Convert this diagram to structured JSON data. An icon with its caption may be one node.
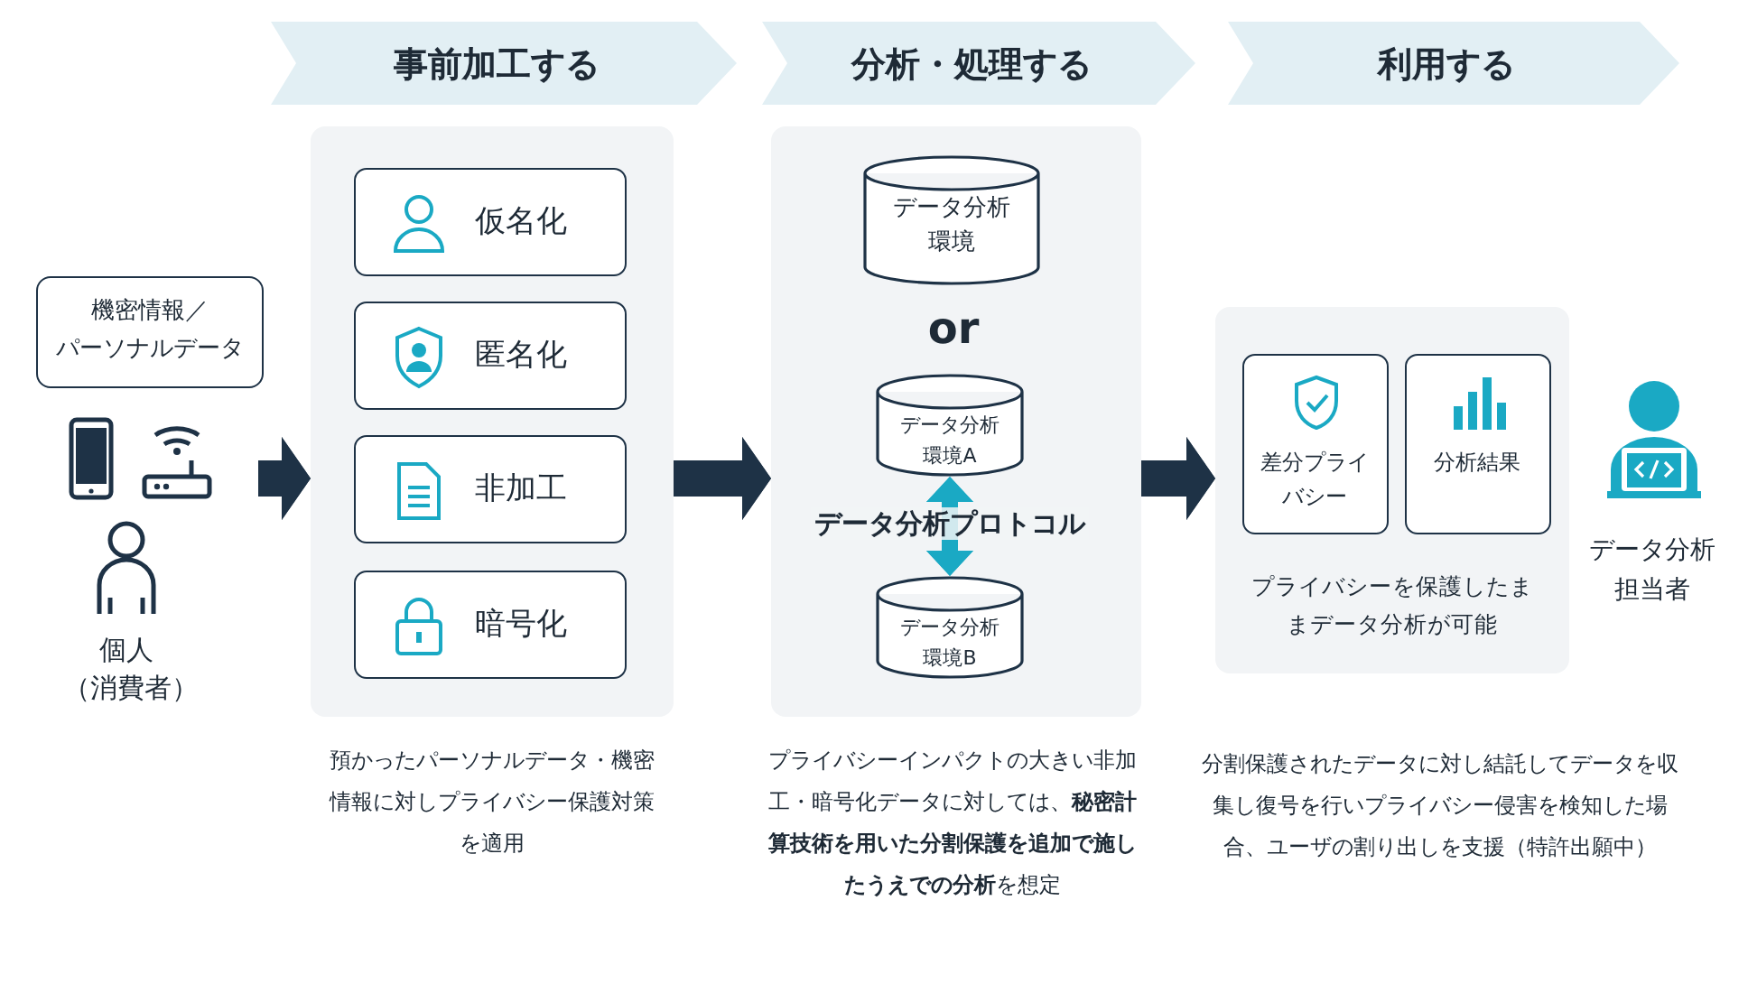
{
  "diagram": {
    "nodes": [
      {
        "text": [
          "事前加工する"
        ]
      },
      {
        "text": [
          "分析・処理する"
        ]
      },
      {
        "text": [
          "利用する"
        ]
      },
      {
        "text": [
          "機密情報／パーソナルデータ"
        ]
      },
      {
        "text": [
          "個人（消費者）"
        ]
      },
      {
        "text": [],
        "shape": "box",
        "beside": [
          "預かったパーソナルデータ・機密情報に対しプライバシー保護対策を適用"
        ]
      },
      {
        "text": [
          "仮名化"
        ],
        "in": 5
      },
      {
        "text": [
          "匿名化"
        ],
        "in": 5
      },
      {
        "text": [
          "非加工"
        ],
        "in": 5
      },
      {
        "text": [
          "暗号化"
        ],
        "in": 5
      },
      {
        "text": [],
        "shape": "box",
        "beside": [
          "プライバシーインパクトの大きい非加工・暗号化データに対しては、**秘密計算技術を用いた分割保護を追加で施したうえでの分析**を想定"
        ]
      },
      {
        "text": [
          "データ分析環境"
        ],
        "in": 10
      },
      {
        "text": [
          "データ分析環境A"
        ],
        "in": 10
      },
      {
        "text": [
          "データ分析環境B"
        ],
        "in": 10
      },
      {
        "text": [
          "プライバシーを保護したままデータ分析が可能"
        ],
        "beside": [
          "分割保護されたデータに対し結託してデータを収集し復号を行いプライバシー侵害を検知した場合、ユーザの割り出しを支援（特許出願中）"
        ]
      },
      {
        "text": [
          "差分プライバシー"
        ],
        "in": 14
      },
      {
        "text": [
          "分析結果"
        ],
        "in": 14
      },
      {
        "text": [
          "データ分析担当者"
        ]
      }
    ],
    "edges": [
      {
        "from": null,
        "to": 5,
        "arrow": "to"
      },
      {
        "from": 5,
        "to": 10,
        "arrow": "to"
      },
      {
        "from": 10,
        "to": 14,
        "arrow": "to"
      },
      {
        "from": 12,
        "to": 13,
        "arrow": "both",
        "label": "データ分析プロトコル",
        "color": "#1aa9c4"
      }
    ],
    "labels": [
      "or"
    ]
  }
}
